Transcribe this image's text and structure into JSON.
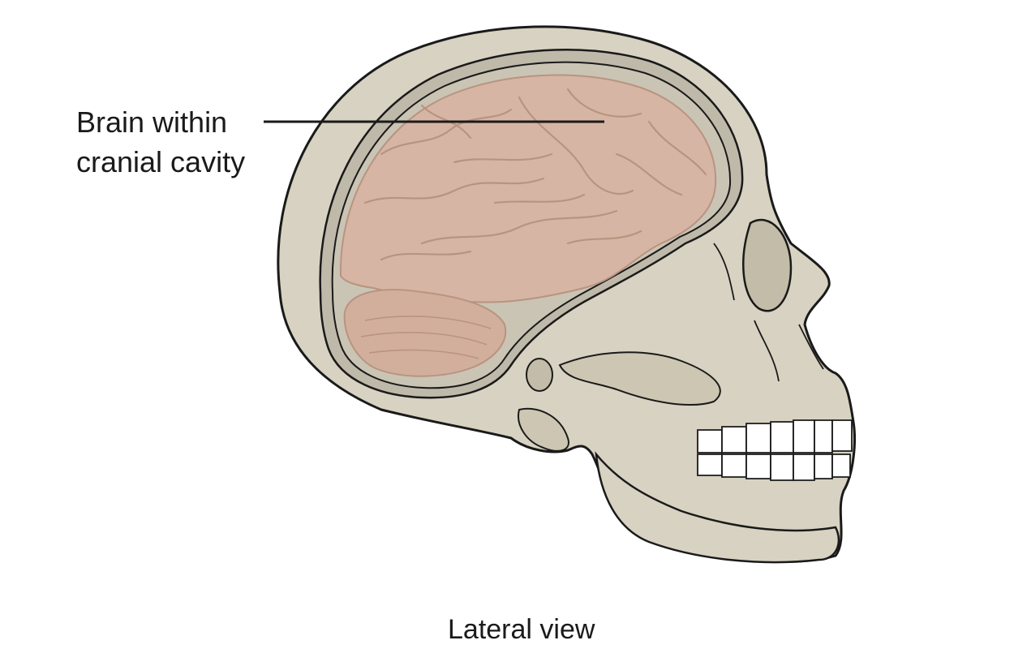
{
  "figure": {
    "label": {
      "line1": "Brain within",
      "line2": "cranial cavity"
    },
    "caption": "Lateral view"
  },
  "colors": {
    "bone": "#d7d2c1",
    "bone_shadow": "#c2bca8",
    "brain": "#d7b5a4",
    "brain_groove": "#b89480",
    "cavity_lining": "#bfb9aa",
    "teeth": "#ffffff",
    "outline": "#1a1a1a"
  }
}
